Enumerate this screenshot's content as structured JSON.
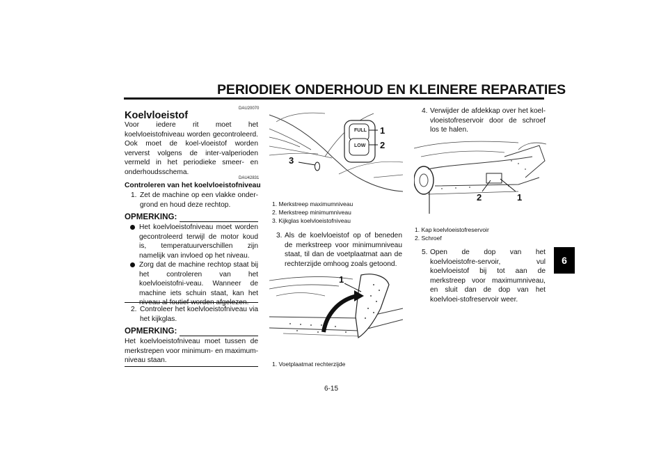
{
  "header": {
    "title": "PERIODIEK ONDERHOUD EN KLEINERE REPARATIES"
  },
  "tab": {
    "chapter": "6"
  },
  "col1": {
    "code1": "DAU20070",
    "heading": "Koelvloeistof",
    "intro": "Voor iedere rit moet het koelvloeistofniveau worden gecontroleerd. Ook moet de koel-vloeistof worden ververst volgens de inter-valperioden vermeld in het periodieke smeer- en onderhoudsschema.",
    "code2": "DAU42831",
    "subheading": "Controleren van het koelvloeistofniveau",
    "step1_num": "1.",
    "step1": "Zet de machine op een vlakke onder-grond en houd deze rechtop.",
    "note1_head": "OPMERKING:",
    "note1_b1": "Het koelvloeistofniveau moet worden gecontroleerd terwijl de motor koud is, temperatuurverschillen zijn namelijk van invloed op het niveau.",
    "note1_b2": "Zorg dat de machine rechtop staat bij het controleren van het koelvloeistofni-veau. Wanneer de machine iets schuin staat, kan het niveau al foutief worden afgelezen.",
    "step2_num": "2.",
    "step2": "Controleer het koelvloeistofniveau via het kijkglas.",
    "note2_head": "OPMERKING:",
    "note2": "Het koelvloeistofniveau moet tussen de merkstrepen voor minimum- en maximum-niveau staan."
  },
  "col2": {
    "fig1_labels": [
      "1",
      "2",
      "3"
    ],
    "fig1_gauge": [
      "FULL",
      "LOW"
    ],
    "fig1_captions": [
      "1. Merkstreep maximumniveau",
      "2. Merkstreep minimumniveau",
      "3. Kijkglas koelvloeistofniveau"
    ],
    "step3_num": "3.",
    "step3": "Als de koelvloeistof op of beneden de merkstreep voor minimumniveau staat, til dan de voetplaatmat aan de rechterzijde omhoog zoals getoond.",
    "fig2_labels": [
      "1"
    ],
    "fig2_caption": "1. Voetplaatmat rechterzijde"
  },
  "col3": {
    "step4_num": "4.",
    "step4": "Verwijder de afdekkap over het koel-vloeistofreservoir door de schroef los te halen.",
    "fig3_labels": [
      "2",
      "1"
    ],
    "fig3_captions": [
      "1. Kap koelvloeistofreservoir",
      "2. Schroef"
    ],
    "step5_num": "5.",
    "step5": "Open de dop van het koelvloeistofre-servoir, vul koelvloeistof bij tot aan de merkstreep voor maximumniveau, en sluit dan de dop van het koelvloei-stofreservoir weer."
  },
  "footer": {
    "page": "6-15"
  },
  "colors": {
    "text": "#111111",
    "tab_bg": "#000000",
    "tab_fg": "#ffffff"
  }
}
